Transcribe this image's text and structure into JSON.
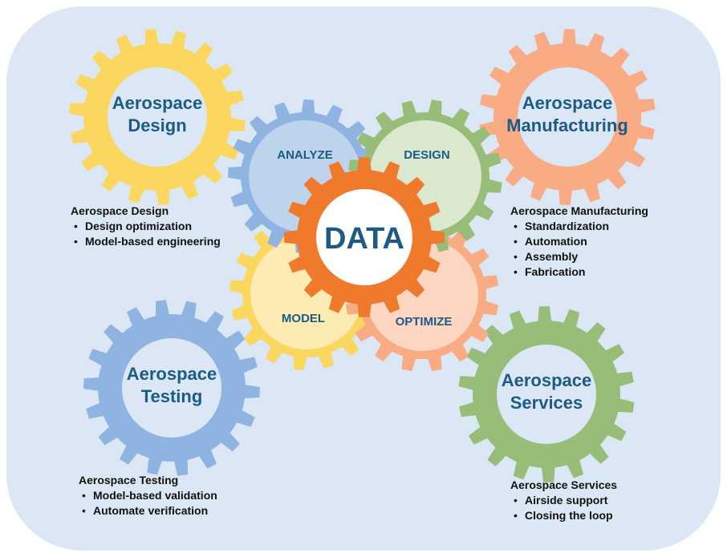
{
  "colors": {
    "panel": "#dbe7f4",
    "yellow": "#fbd760",
    "blue": "#8fb4e1",
    "green": "#97bd79",
    "orange_light": "#f9ab83",
    "orange_core": "#f07a2c",
    "label_text": "#1d5b86"
  },
  "gears": {
    "design": {
      "title_line1": "Aerospace",
      "title_line2": "Design"
    },
    "manufacturing": {
      "title_line1": "Aerospace",
      "title_line2": "Manufacturing"
    },
    "testing": {
      "title_line1": "Aerospace",
      "title_line2": "Testing"
    },
    "services": {
      "title_line1": "Aerospace",
      "title_line2": "Services"
    },
    "analyze": {
      "label": "ANALYZE"
    },
    "design_center": {
      "label": "DESIGN"
    },
    "model": {
      "label": "MODEL"
    },
    "optimize": {
      "label": "OPTIMIZE"
    },
    "core": {
      "label": "DATA"
    }
  },
  "notes": {
    "design": {
      "heading": "Aerospace Design",
      "items": [
        "Design optimization",
        "Model-based engineering"
      ]
    },
    "manufacturing": {
      "heading": "Aerospace Manufacturing",
      "items": [
        "Standardization",
        "Automation",
        "Assembly",
        "Fabrication"
      ]
    },
    "testing": {
      "heading": "Aerospace Testing",
      "items": [
        "Model-based validation",
        "Automate verification"
      ]
    },
    "services": {
      "heading": "Aerospace Services",
      "items": [
        "Airside support",
        "Closing the loop"
      ]
    }
  }
}
